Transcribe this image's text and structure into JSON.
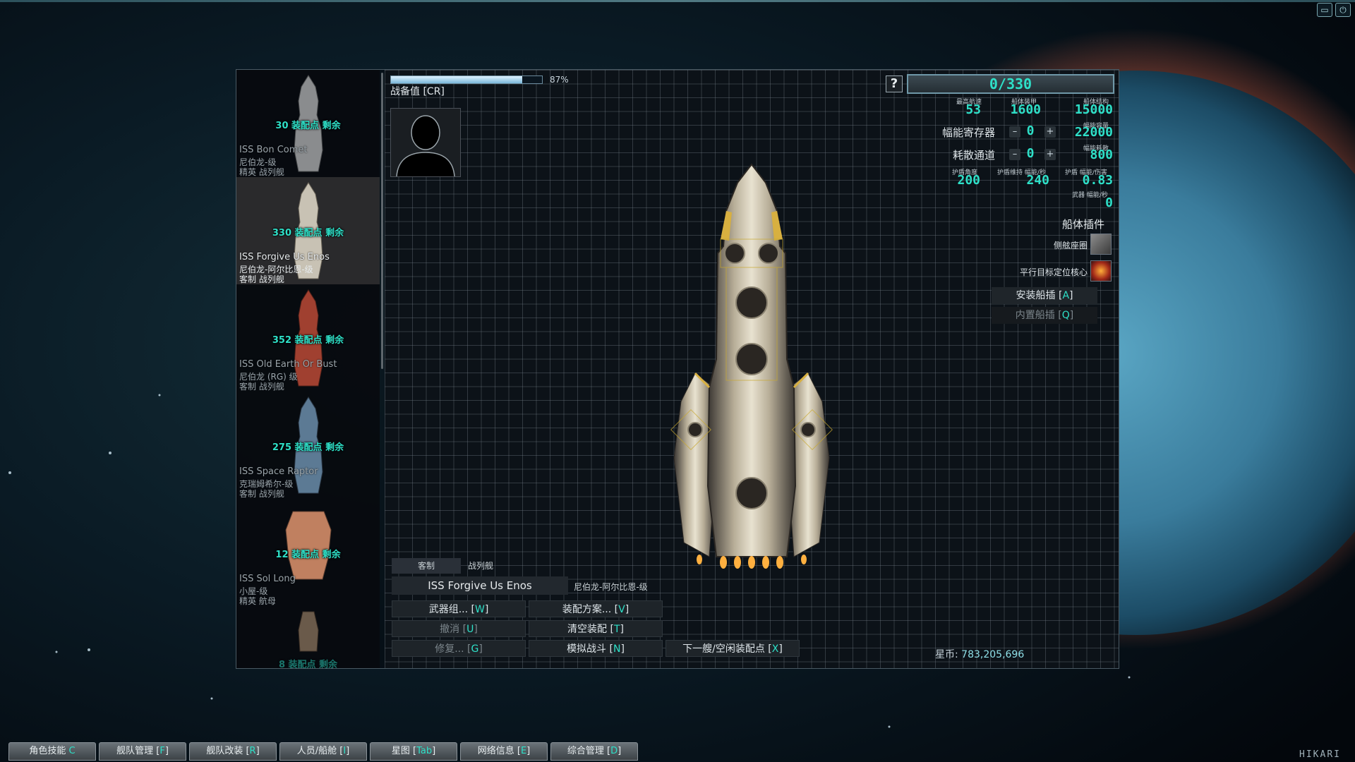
{
  "combat_readiness": {
    "label": "战备值 [CR]",
    "percent_text": "87%",
    "fill_fraction": 0.87
  },
  "ships": [
    {
      "op": "30 装配点 剩余",
      "name": "ISS Bon Comet",
      "class": "尼伯龙-级",
      "desc": "精英 战列舰",
      "selected": false,
      "color": "#8a8c8e"
    },
    {
      "op": "330 装配点 剩余",
      "name": "ISS Forgive Us Enos",
      "class": "尼伯龙-阿尔比恩-级",
      "desc": "客制 战列舰",
      "selected": true,
      "color": "#c8c2b4"
    },
    {
      "op": "352 装配点 剩余",
      "name": "ISS Old Earth Or Bust",
      "class": "尼伯龙 (RG) 级",
      "desc": "客制 战列舰",
      "selected": false,
      "color": "#a04030"
    },
    {
      "op": "275 装配点 剩余",
      "name": "ISS Space Raptor",
      "class": "克瑞姆希尔-级",
      "desc": "客制 战列舰",
      "selected": false,
      "color": "#5c7a94"
    },
    {
      "op": "12 装配点 剩余",
      "name": "ISS Sol Long",
      "class": "小屋-级",
      "desc": "精英 航母",
      "selected": false,
      "color": "#c08060"
    },
    {
      "op": "8 装配点 剩余",
      "name": "",
      "class": "",
      "desc": "",
      "selected": false,
      "color": "#6a5a4a"
    }
  ],
  "ordnance": {
    "help": "?",
    "value": "0/330"
  },
  "stats": {
    "max_speed": {
      "label": "最高航速",
      "value": "53"
    },
    "armor": {
      "label": "船体装甲",
      "value": "1600"
    },
    "hull": {
      "label": "船体结构",
      "value": "15000"
    },
    "flux_capacity": {
      "label": "幅能容量",
      "value": "22000"
    },
    "flux_dissipation": {
      "label": "幅能耗散",
      "value": "800"
    },
    "shield_arc": {
      "label": "护盾角度",
      "value": "200"
    },
    "shield_upkeep": {
      "label": "护盾维持 幅能/秒",
      "value": "240"
    },
    "shield_efficiency": {
      "label": "护盾 幅能/伤害",
      "value": "0.83"
    },
    "weapon_flux": {
      "label": "武器 幅能/秒",
      "value": "0"
    }
  },
  "capacitors": {
    "label": "幅能寄存器",
    "value": "0",
    "minus": "–",
    "plus": "+"
  },
  "vents": {
    "label": "耗散通道",
    "value": "0",
    "minus": "–",
    "plus": "+"
  },
  "hullmods": {
    "title": "船体插件",
    "items": [
      {
        "name": "侧舷座圈"
      },
      {
        "name": "平行目标定位核心"
      }
    ],
    "install": {
      "text": "安装船插 [",
      "key": "A",
      "end": "]"
    },
    "builtin": {
      "text": "内置船插 [",
      "key": "Q",
      "end": "]"
    }
  },
  "variant": {
    "tab_variant": "客制",
    "tab_hull": "战列舰",
    "ship_name": "ISS Forgive Us Enos",
    "hull_class": "尼伯龙-阿尔比恩-级"
  },
  "buttons": {
    "weapon_groups": {
      "text": "武器组... [",
      "key": "W",
      "end": "]"
    },
    "loadouts": {
      "text": "装配方案... [",
      "key": "V",
      "end": "]"
    },
    "undo": {
      "text": "撤消 [",
      "key": "U",
      "end": "]"
    },
    "clear": {
      "text": "清空装配 [",
      "key": "T",
      "end": "]"
    },
    "repair": {
      "text": "修复... [",
      "key": "G",
      "end": "]"
    },
    "sim": {
      "text": "模拟战斗 [",
      "key": "N",
      "end": "]"
    },
    "next": {
      "text": "下一艘/空闲装配点 [",
      "key": "X",
      "end": "]"
    }
  },
  "credits": {
    "label": "星币:",
    "value": "783,205,696"
  },
  "taskbar": [
    {
      "text": "角色技能 ",
      "key": "C",
      "end": ""
    },
    {
      "text": "舰队管理 [",
      "key": "F",
      "end": "]"
    },
    {
      "text": "舰队改装 [",
      "key": "R",
      "end": "]"
    },
    {
      "text": "人员/船舱 [",
      "key": "I",
      "end": "]"
    },
    {
      "text": "星图 [",
      "key": "Tab",
      "end": "]"
    },
    {
      "text": "网络信息 [",
      "key": "E",
      "end": "]"
    },
    {
      "text": "综合管理 [",
      "key": "D",
      "end": "]"
    }
  ],
  "corner_label": "HIKARI",
  "sys_icons": [
    "window-icon",
    "power-icon"
  ]
}
